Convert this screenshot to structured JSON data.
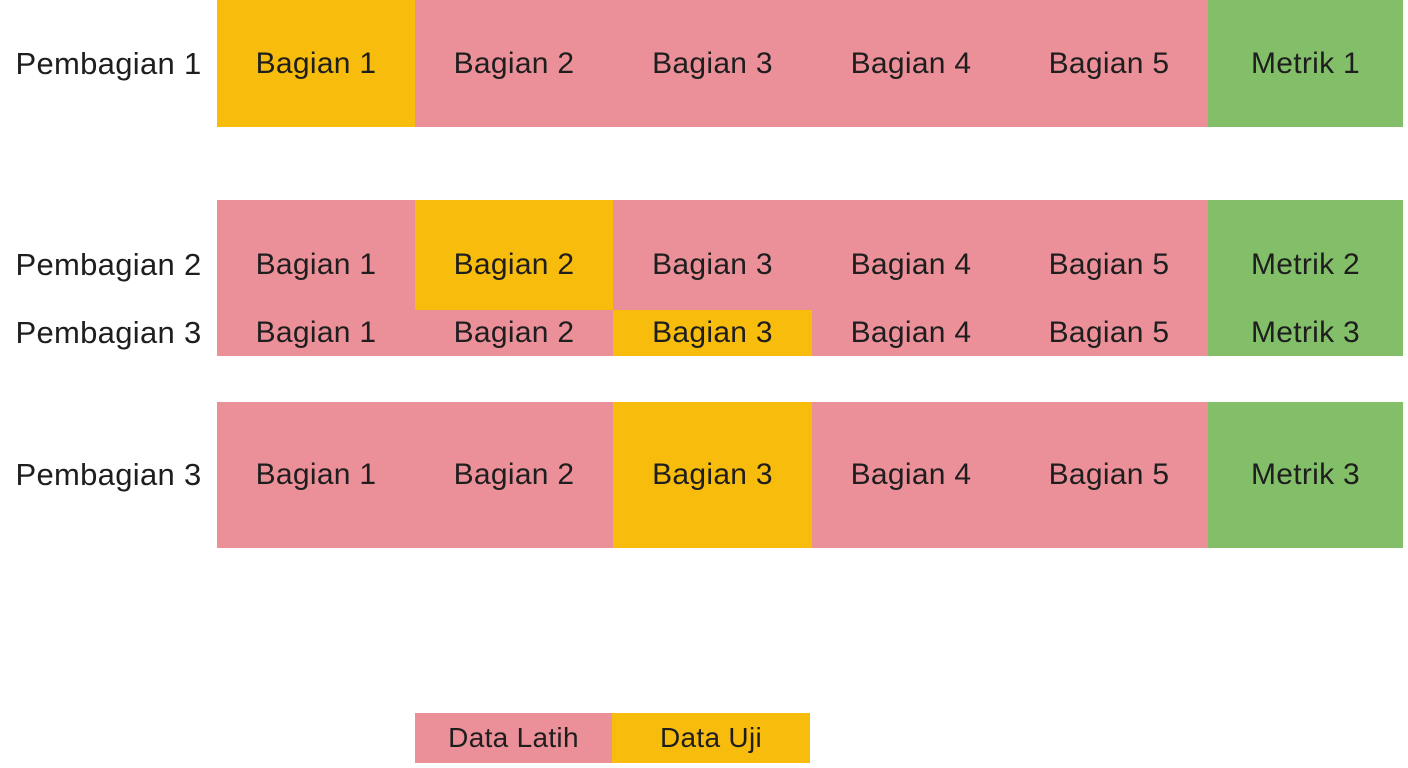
{
  "colors": {
    "train": "#EB9099",
    "test": "#F8BC0D",
    "metric": "#83BF69",
    "text": "#1E1E1E",
    "background": "#FFFFFF"
  },
  "rows": [
    {
      "label": "Pembagian 1",
      "segments": [
        {
          "label": "Bagian 1",
          "type": "test"
        },
        {
          "label": "Bagian 2",
          "type": "train"
        },
        {
          "label": "Bagian 3",
          "type": "train"
        },
        {
          "label": "Bagian 4",
          "type": "train"
        },
        {
          "label": "Bagian 5",
          "type": "train"
        },
        {
          "label": "Metrik 1",
          "type": "metric"
        }
      ]
    },
    {
      "label": "Pembagian 2",
      "segments": [
        {
          "label": "Bagian 1",
          "type": "train"
        },
        {
          "label": "Bagian 2",
          "type": "test"
        },
        {
          "label": "Bagian 3",
          "type": "train"
        },
        {
          "label": "Bagian 4",
          "type": "train"
        },
        {
          "label": "Bagian 5",
          "type": "train"
        },
        {
          "label": "Metrik 2",
          "type": "metric"
        }
      ]
    },
    {
      "label": "Pembagian 3",
      "variant": "compact",
      "segments": [
        {
          "label": "Bagian 1",
          "type": "train"
        },
        {
          "label": "Bagian 2",
          "type": "train"
        },
        {
          "label": "Bagian 3",
          "type": "test"
        },
        {
          "label": "Bagian 4",
          "type": "train"
        },
        {
          "label": "Bagian 5",
          "type": "train"
        },
        {
          "label": "Metrik 3",
          "type": "metric"
        }
      ]
    },
    {
      "label": "Pembagian 3",
      "variant": "full",
      "segments": [
        {
          "label": "Bagian 1",
          "type": "train"
        },
        {
          "label": "Bagian 2",
          "type": "train"
        },
        {
          "label": "Bagian 3",
          "type": "test"
        },
        {
          "label": "Bagian 4",
          "type": "train"
        },
        {
          "label": "Bagian 5",
          "type": "train"
        },
        {
          "label": "Metrik 3",
          "type": "metric"
        }
      ]
    }
  ],
  "legend": {
    "items": [
      {
        "label": "Data Latih",
        "type": "train"
      },
      {
        "label": "Data Uji",
        "type": "test"
      }
    ]
  }
}
